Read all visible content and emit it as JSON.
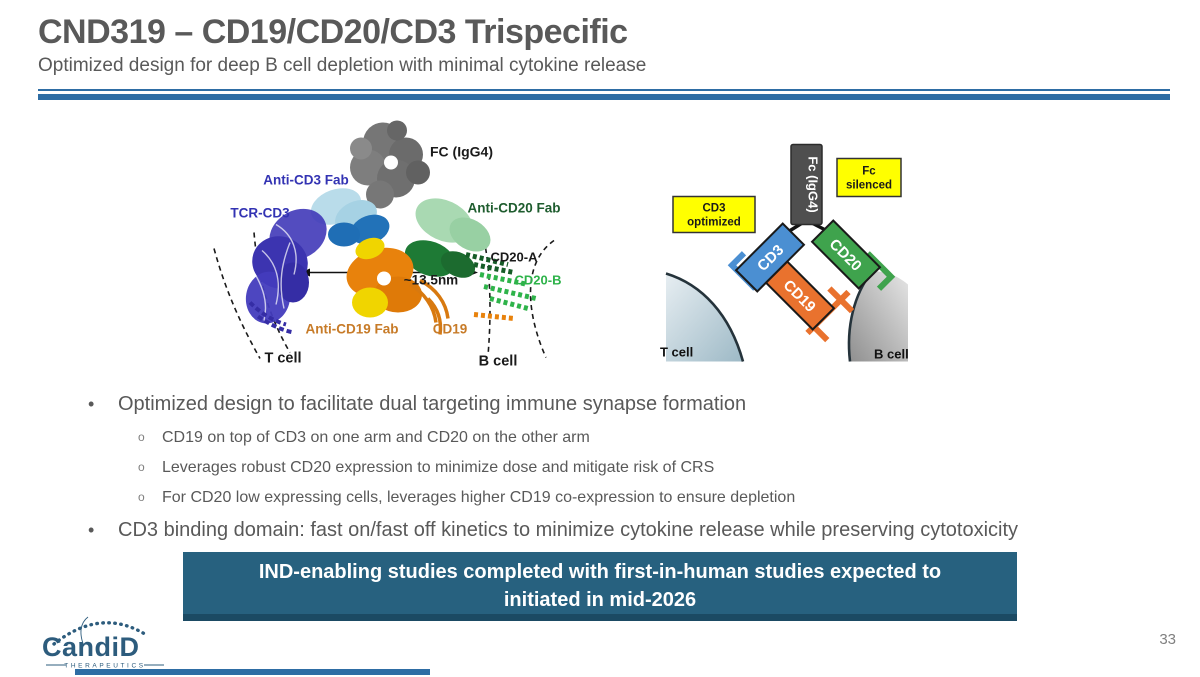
{
  "slide": {
    "title": "CND319 – CD19/CD20/CD3 Trispecific",
    "subtitle": "Optimized design for deep B cell depletion with minimal cytokine release",
    "page_number": "33"
  },
  "bullets": [
    {
      "text": "Optimized design to facilitate dual targeting immune synapse formation",
      "sub": [
        "CD19 on top of CD3 on one arm and CD20 on the other arm",
        "Leverages robust CD20 expression to minimize dose and mitigate risk of CRS",
        "For CD20 low expressing cells, leverages higher CD19 co-expression to ensure depletion"
      ]
    },
    {
      "text": "CD3 binding domain: fast on/fast off kinetics to minimize cytokine release while preserving cytotoxicity",
      "sub": []
    }
  ],
  "banner": {
    "line1": "IND-enabling studies completed with first-in-human studies expected to",
    "line2": "initiated in mid-2026"
  },
  "structure_figure": {
    "labels": {
      "fc": "FC (IgG4)",
      "anti_cd3": "Anti-CD3 Fab",
      "tcr_cd3": "TCR-CD3",
      "anti_cd20": "Anti-CD20 Fab",
      "cd20_a": "CD20-A",
      "cd20_b": "CD20-B",
      "distance": "~13.5nm",
      "anti_cd19": "Anti-CD19 Fab",
      "cd19": "CD19",
      "t_cell": "T cell",
      "b_cell": "B cell"
    }
  },
  "schematic_figure": {
    "labels": {
      "fc": "Fc (IgG4)",
      "fc_note_line1": "Fc",
      "fc_note_line2": "silenced",
      "cd3_note_line1": "CD3",
      "cd3_note_line2": "optimized",
      "cd3": "CD3",
      "cd20": "CD20",
      "cd19": "CD19",
      "t_cell": "T cell",
      "b_cell": "B cell"
    }
  },
  "logo": {
    "name": "CandiD",
    "tagline": "THERAPEUTICS"
  },
  "colors": {
    "accent_blue": "#2e6da4",
    "banner_bg": "#27617f",
    "banner_shadow": "#1b4a63",
    "text_gray": "#595959",
    "cd3_blue": "#4b8fd2",
    "cd20_green": "#3fa34d",
    "cd19_orange": "#e9722e",
    "highlight_yellow": "#ffff00"
  }
}
